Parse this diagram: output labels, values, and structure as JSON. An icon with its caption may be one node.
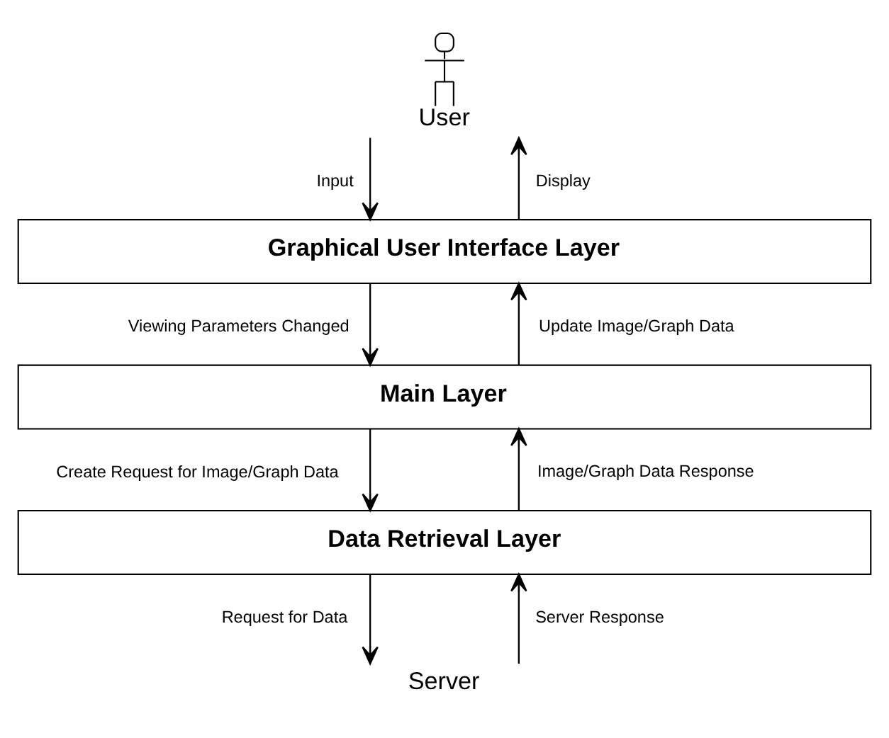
{
  "diagram": {
    "nodes": [
      {
        "text": [],
        "shape": "person",
        "beside": [
          "User"
        ]
      },
      {
        "text": [
          "Graphical User Interface Layer"
        ]
      },
      {
        "text": [
          "Main Layer"
        ]
      },
      {
        "text": [
          "Data Retrieval Layer"
        ]
      },
      {
        "text": [
          "Server"
        ]
      }
    ],
    "edges": [
      {
        "from": 0,
        "to": 1,
        "arrow": "to",
        "label": "Input"
      },
      {
        "from": 1,
        "to": 0,
        "arrow": "to",
        "label": "Display"
      },
      {
        "from": 1,
        "to": 2,
        "arrow": "to",
        "label": "Viewing Parameters Changed"
      },
      {
        "from": 2,
        "to": 1,
        "arrow": "to",
        "label": "Update Image/Graph Data"
      },
      {
        "from": 2,
        "to": 3,
        "arrow": "to",
        "label": "Create Request for Image/Graph Data"
      },
      {
        "from": 3,
        "to": 2,
        "arrow": "to",
        "label": "Image/Graph Data Response"
      },
      {
        "from": 3,
        "to": 4,
        "arrow": "to",
        "label": "Request for Data"
      },
      {
        "from": 4,
        "to": 3,
        "arrow": "to",
        "label": "Server Response"
      }
    ]
  }
}
